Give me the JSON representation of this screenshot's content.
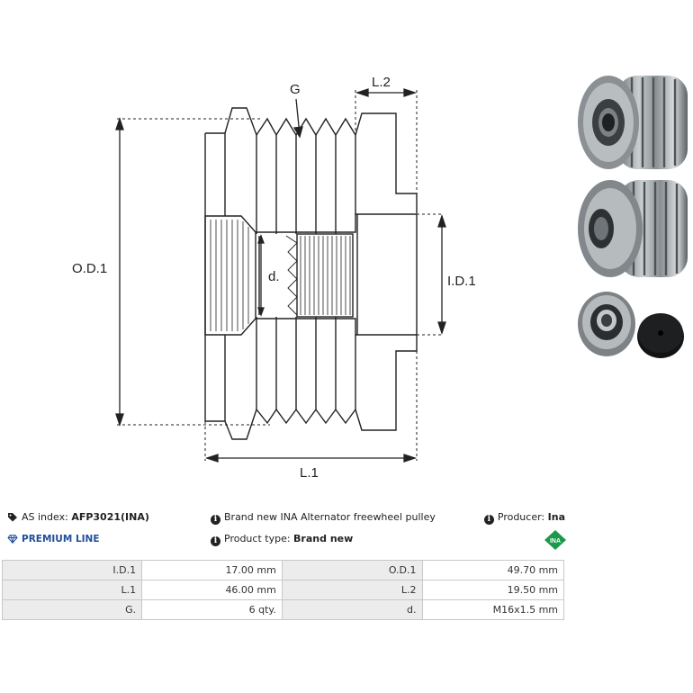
{
  "drawing": {
    "labels": {
      "g": "G",
      "l2": "L.2",
      "od1": "O.D.1",
      "d": "d.",
      "id1": "I.D.1",
      "l1": "L.1"
    },
    "line_color": "#222222"
  },
  "info": {
    "as_index_label": "AS index:",
    "as_index_value": "AFP3021(INA)",
    "premium_label": "PREMIUM LINE",
    "description": "Brand new INA Alternator freewheel pulley",
    "product_type_label": "Product type:",
    "product_type_value": "Brand new",
    "producer_label": "Producer:",
    "producer_value": "Ina",
    "logo_text": "INA"
  },
  "specs": {
    "rows": [
      {
        "label1": "I.D.1",
        "value1": "17.00 mm",
        "label2": "O.D.1",
        "value2": "49.70 mm"
      },
      {
        "label1": "L.1",
        "value1": "46.00 mm",
        "label2": "L.2",
        "value2": "19.50 mm"
      },
      {
        "label1": "G.",
        "value1": "6 qty.",
        "label2": "d.",
        "value2": "M16x1.5 mm"
      }
    ]
  },
  "colors": {
    "premium": "#1f4e9c",
    "ina_green": "#1a9a4a",
    "table_label_bg": "#ececec",
    "table_border": "#c8c8c8"
  },
  "icons": [
    "tag-icon",
    "diamond-icon",
    "info-icon",
    "ina-logo"
  ]
}
